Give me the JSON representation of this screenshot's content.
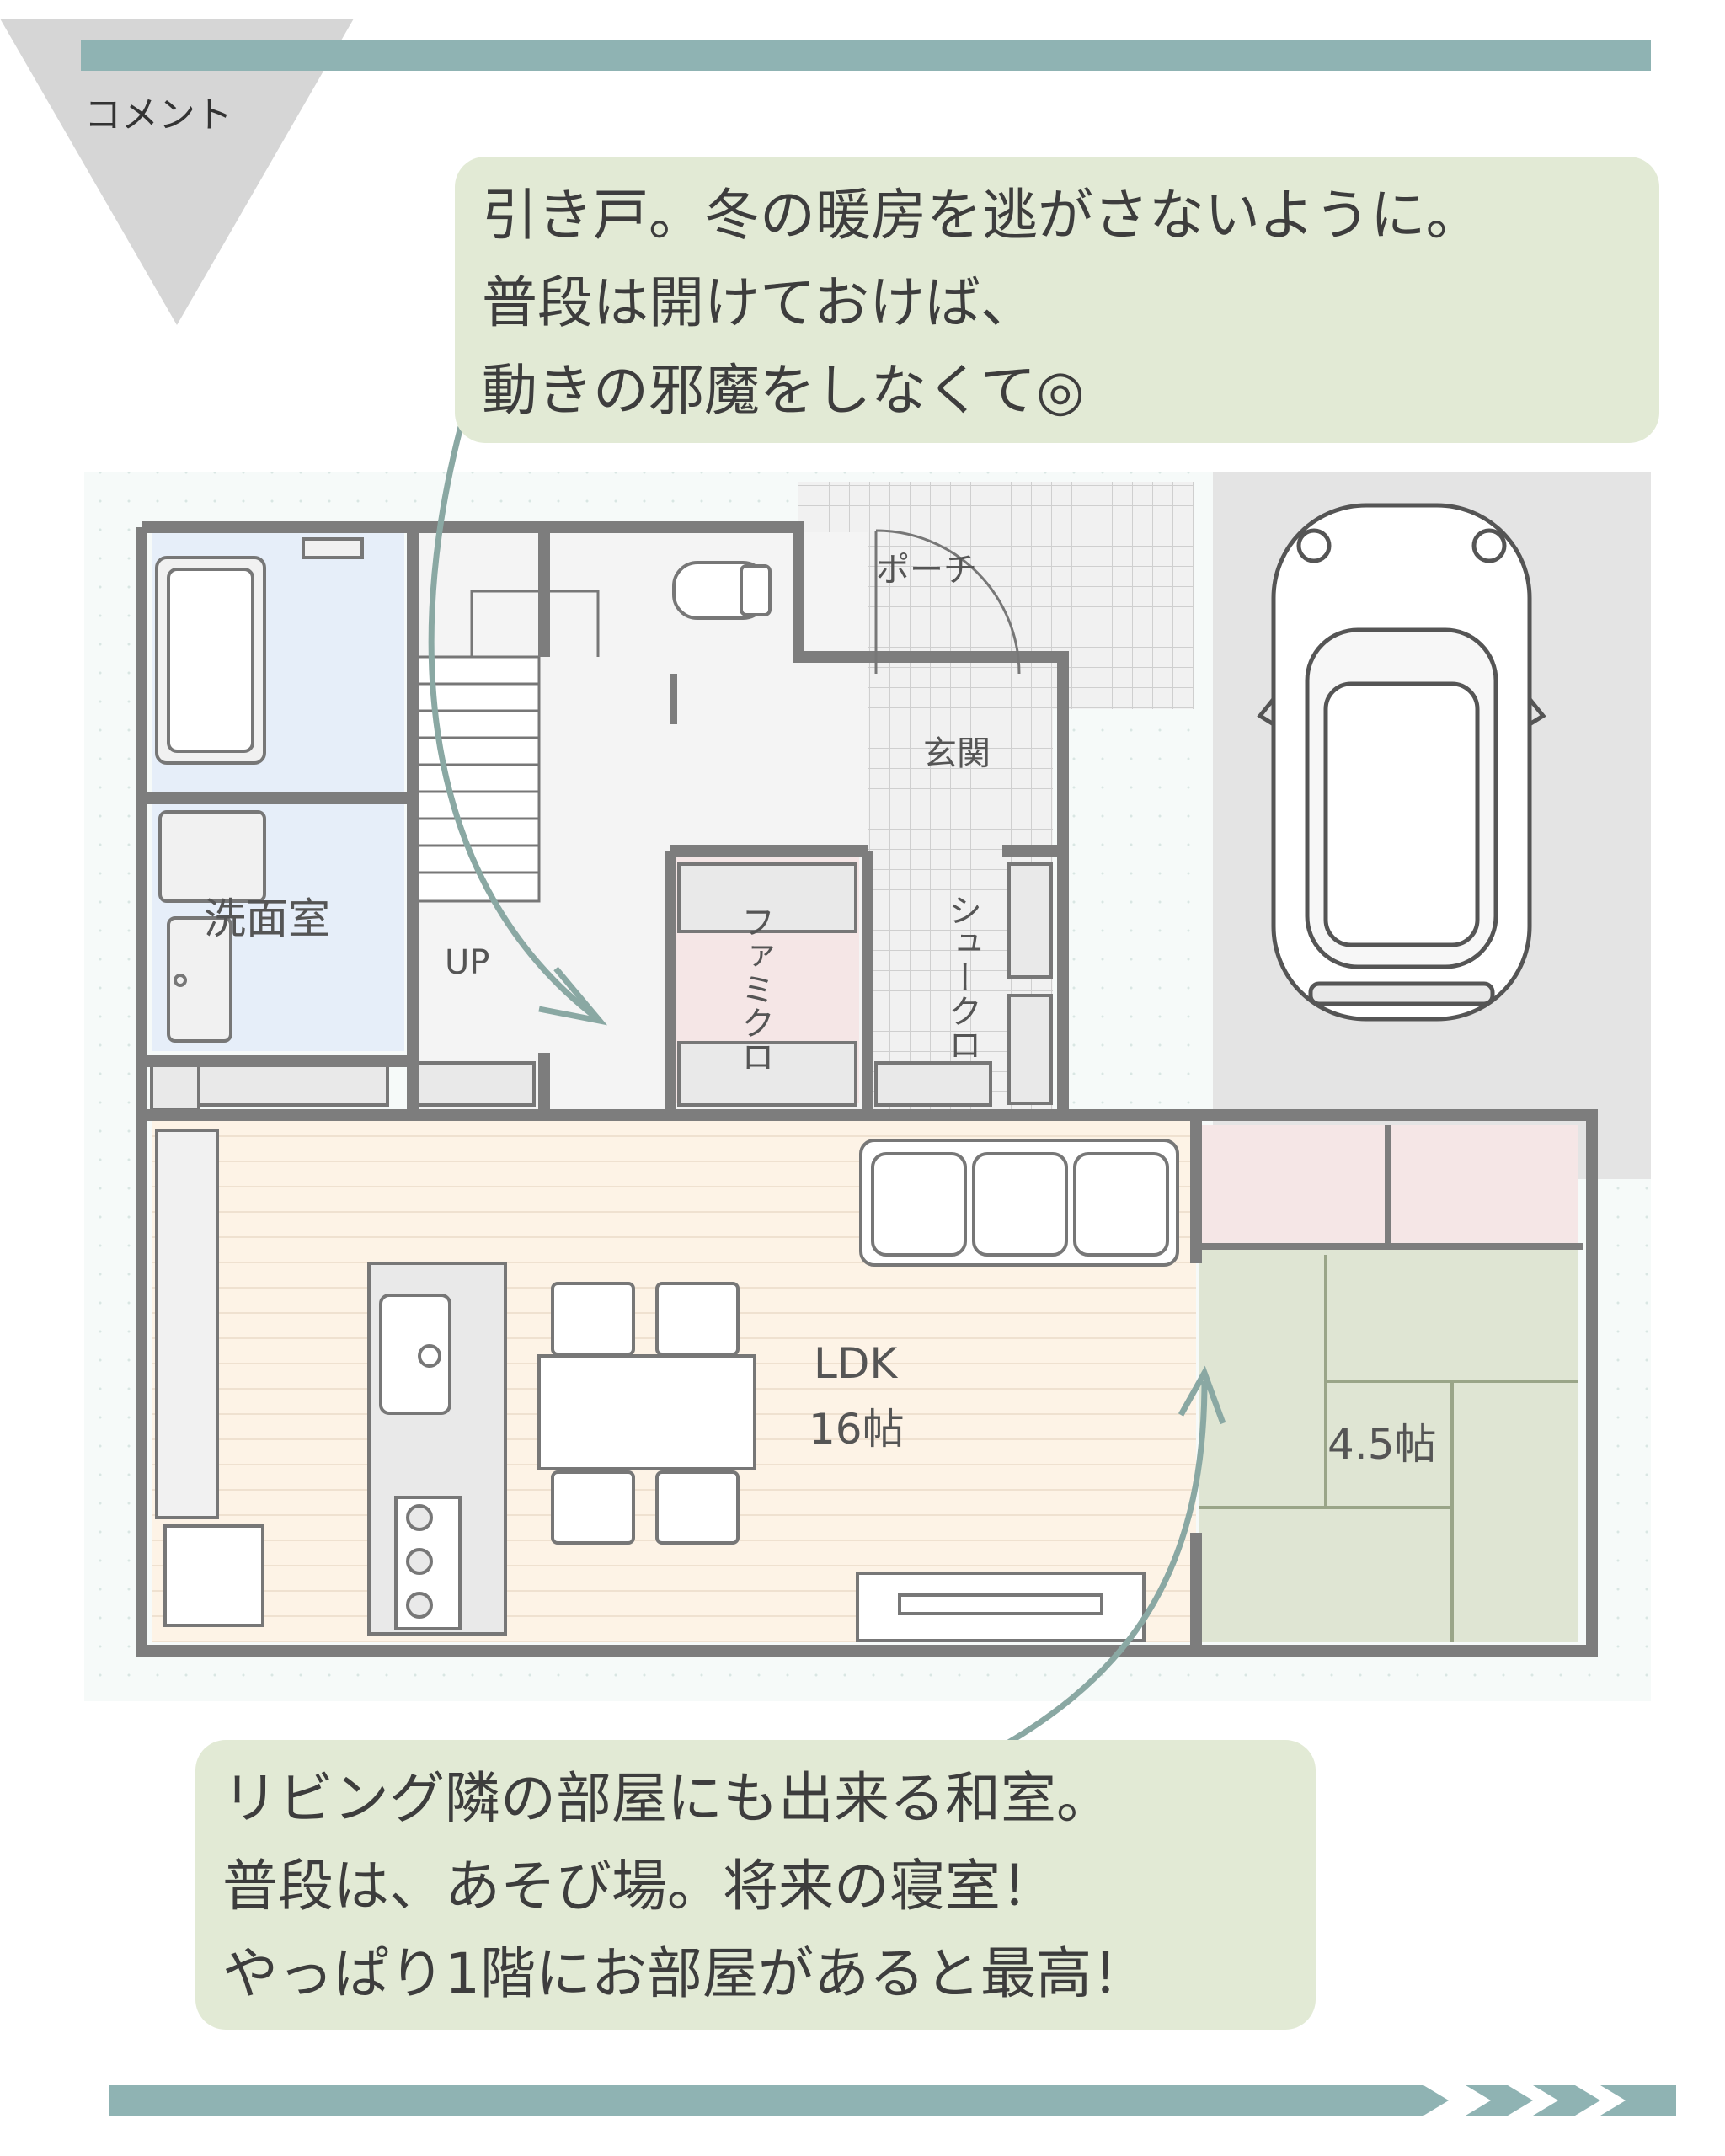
{
  "header": {
    "tag": "コメント"
  },
  "callout_top": {
    "lines": [
      "引き戸。冬の暖房を逃がさないように。",
      "普段は開けておけば、",
      "動きの邪魔をしなくて◎"
    ]
  },
  "callout_bottom": {
    "lines": [
      "リビング隣の部屋にも出来る和室。",
      "普段は、あそび場。将来の寝室！",
      "やっぱり1階にお部屋があると最高！"
    ]
  },
  "floorplan": {
    "rooms": {
      "porch": "ポーチ",
      "entrance": "玄関",
      "washroom": "洗面室",
      "stairs": "UP",
      "family_closet": "ファミクロ",
      "shoe_closet": "シュークロ",
      "ldk_name": "LDK",
      "ldk_size": "16帖",
      "washitsu_size": "4.5帖"
    }
  },
  "colors": {
    "accent_bar": "#8fb3b3",
    "callout_bg": "#e2ead5",
    "wall": "#7d7d7d",
    "ldk_floor": "#fdf3e6",
    "tatami": "#dfe5d3",
    "wet_area": "#e6eef9"
  }
}
